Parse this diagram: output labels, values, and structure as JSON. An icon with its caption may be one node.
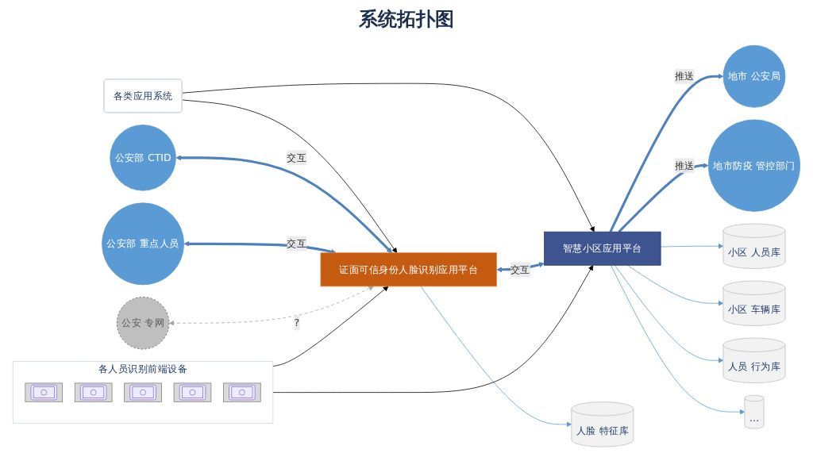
{
  "diagram": {
    "title": "系统拓扑图",
    "nodes": [
      {
        "text": [
          "各类应用系统"
        ]
      },
      {
        "text": [
          "各人员识别前端设备"
        ]
      },
      {
        "text": [],
        "shape": "picture",
        "in": 1
      },
      {
        "text": [],
        "shape": "picture",
        "in": 1
      },
      {
        "text": [],
        "shape": "picture",
        "in": 1
      },
      {
        "text": [],
        "shape": "picture",
        "in": 1
      },
      {
        "text": [],
        "shape": "picture",
        "in": 1
      },
      {
        "text": [
          "公安部 CTID"
        ]
      },
      {
        "text": [
          "公安部 重点人员"
        ]
      },
      {
        "text": [
          "公安 专网"
        ]
      },
      {
        "text": [
          "证面可信身份人脸识别应用平台"
        ]
      },
      {
        "text": [
          "智慧小区应用平台"
        ]
      },
      {
        "text": [
          "地市 公安局"
        ]
      },
      {
        "text": [
          "地市防疫 管控部门"
        ]
      },
      {
        "text": [
          "人脸 特征库"
        ]
      },
      {
        "text": [
          "小区 人员库"
        ]
      },
      {
        "text": [
          "小区 车辆库"
        ]
      },
      {
        "text": [
          "人员 行为库"
        ]
      },
      {
        "text": [
          "…"
        ]
      }
    ],
    "edges": [
      {
        "from": 0,
        "to": 10,
        "arrow": "to",
        "color": "#000000"
      },
      {
        "from": 0,
        "to": 11,
        "arrow": "to",
        "color": "#000000"
      },
      {
        "from": 1,
        "to": 10,
        "arrow": "to",
        "color": "#000000"
      },
      {
        "from": 1,
        "to": 11,
        "arrow": "to",
        "color": "#000000"
      },
      {
        "from": 7,
        "to": 10,
        "arrow": "both",
        "label": "交互",
        "style": "thick",
        "color": "#4f81bd"
      },
      {
        "from": 8,
        "to": 10,
        "arrow": "both",
        "label": "交互",
        "style": "thick",
        "color": "#4f81bd"
      },
      {
        "from": 9,
        "to": 10,
        "arrow": "both",
        "label": "?",
        "style": "dashed",
        "color": "#a6a6a6"
      },
      {
        "from": 10,
        "to": 11,
        "arrow": "both",
        "label": "交互",
        "style": "thick",
        "color": "#4f81bd"
      },
      {
        "from": 11,
        "to": 12,
        "arrow": "to",
        "label": "推送",
        "style": "thick",
        "color": "#4f81bd"
      },
      {
        "from": 11,
        "to": 13,
        "arrow": "to",
        "label": "推送",
        "style": "thick",
        "color": "#4f81bd"
      },
      {
        "from": 10,
        "to": 14,
        "arrow": "to",
        "color": "#5b9bd5"
      },
      {
        "from": 11,
        "to": 15,
        "arrow": "to",
        "color": "#5b9bd5"
      },
      {
        "from": 11,
        "to": 16,
        "arrow": "to",
        "color": "#5b9bd5"
      },
      {
        "from": 11,
        "to": 17,
        "arrow": "to",
        "color": "#5b9bd5"
      },
      {
        "from": 11,
        "to": 18,
        "arrow": "to",
        "color": "#5b9bd5"
      }
    ]
  }
}
